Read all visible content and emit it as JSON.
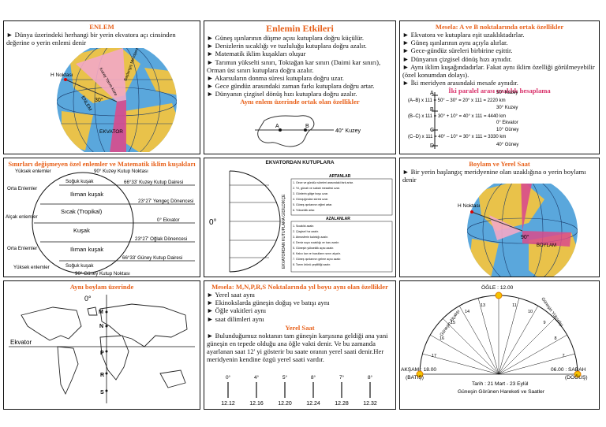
{
  "cells": {
    "enlem": {
      "title": "ENLEM",
      "text": "► Dünya üzerindeki herhangi bir yerin ekvatora açı cinsinden değerine o yerin enlemi denir",
      "globe": {
        "h_label": "H Noktası",
        "angle": "30°",
        "meridian": "Başlangıç Meridyeni",
        "north": "Kuzey Yarım Küre",
        "enlem": "ENLEM",
        "equator": "EKVATOR"
      }
    },
    "etkiler": {
      "title": "Enlemin Etkileri",
      "items": [
        "► Güneş ışınlarının düşme açısı kutuplara doğru küçülür.",
        "► Denizlerin sıcaklığı ve tuzluluğu kutuplara doğru azalır.",
        "► Matematik iklim kuşakları oluşur",
        "► Tarımın yükselti sınırı, Toktağan kar sınırı (Daimi kar sınırı), Orman üst sınırı kutuplara doğru azalır.",
        "► Akarsuların donma süresi kutuplara doğru uzar.",
        "► Gece gündüz arasındaki zaman farkı kutuplara doğru artar.",
        "► Dünyanın çizgisel dönüş hızı kutuplara doğru azalır."
      ],
      "subtitle": "Aynı enlem üzerinde ortak olan özellikler",
      "map": {
        "a": "A",
        "b": "B",
        "lat": "40° Kuzey"
      }
    },
    "ortak": {
      "title": "Mesela: A ve B noktalarında ortak özellikler",
      "items": [
        "► Ekvatora ve kutuplara eşit uzaklıktadırlar.",
        "► Güneş ışınlarının aynı açıyla alırlar.",
        "► Gece-gündüz süreleri birbirine eşittir.",
        "► Dünyanın çizgisel dönüş hızı aynıdır.",
        "► Aynı iklim kuşağındadırlar. Fakat aynı iklim özelliği görülmeyebilir (özel konumdan dolayı).",
        "► İki meridyen arasındaki mesafe aynıdır."
      ],
      "subtitle": "İki paralel arası uzaklık hesaplama",
      "calc": {
        "a_lbl": "50° Kuzey",
        "ab": "(A–B) x 111 = 50° – 30° = 20° x 111 = 2220 km",
        "b_lbl": "30° Kuzey",
        "bc": "(B–C) x 111 = 30° + 10° = 40° x 111 = 4440 km",
        "eq": "0° Ekvator",
        "c_lbl": "10° Güney",
        "cd": "(C–D) x 111 = 40° – 10° = 30° x 111 = 3330 km",
        "d_lbl": "40° Güney"
      }
    },
    "kusaklar": {
      "title": "Sınırları değişmeyen özel enlemler ve Matematik iklim kuşakları",
      "labels": {
        "yuksek1": "Yüksek enlemler",
        "orta1": "Orta Enlemler",
        "alcak": "Alçak enlemler",
        "orta2": "Orta Enlemler",
        "yuksek2": "Yüksek enlemler",
        "kutup_n": "90° Kuzey Kutup Noktası",
        "soguk1": "Soğuk kuşak",
        "kutup_daire_n": "66°33' Kuzey Kutup Dairesi",
        "iliman1": "Ilıman kuşak",
        "yengec": "23°27' Yengeç Dönencesi",
        "sicak": "Sıcak (Tropikal)",
        "kusak": "Kuşak",
        "ekvator": "0° Ekvator",
        "oglak": "23°27' Oğlak Dönencesi",
        "iliman2": "Ilıman kuşak",
        "kutup_daire_s": "66°33' Güney Kutup Dairesi",
        "soguk2": "Soğuk kuşak",
        "kutup_s": "90° Güney Kutup Noktası"
      }
    },
    "ekvatordan": {
      "title": "EKVATORDAN KUTUPLARA",
      "vertical": "EKVATORDAN KUTUPLARA GİDİLDİKÇE",
      "zero": "0°",
      "artanlar_title": "ARTANLAR",
      "artanlar": [
        "1. Gece ve gündüz süreleri arasındaki fark artar.",
        "2. Yıl, günah ve sabah mesafesi uzar.",
        "3. Günlerin gölge boyu uzar.",
        "4. Günışığından süresi uzar.",
        "5. Güneş ışınlarının eğimi artar.",
        "6. Yükseklik artar."
      ],
      "azalanlar_title": "AZALANLAR",
      "azalanlar": [
        "1. Sıcaklık azalır.",
        "2. Çizgisel hız azalır.",
        "3. Atmosferin kalınlığı azalır.",
        "4. Deniz suyu sıcaklığı ve tuzu azalır.",
        "5. Güneşin yükseklik açısı azalır.",
        "6. Kalıcı kar ve buzulların sınırı alçalır.",
        "7. Güneş ışınlarının gelme açısı azalır.",
        "8. Tarım ürünü çeşitliliği azalır."
      ]
    },
    "boylam": {
      "title": "Boylam ve Yerel Saat",
      "text": "► Bir yerin başlangıç meridyenine olan uzaklığına o yerin boylamı denir",
      "globe": {
        "h_label": "H Noktası",
        "angle": "90°",
        "boylam": "BOYLAM"
      }
    },
    "ayni_boylam": {
      "title": "Aynı boylam üzerinde",
      "zero": "0°",
      "ekvator": "Ekvator",
      "points": [
        "M",
        "N",
        "P",
        "R",
        "S"
      ]
    },
    "mnprs": {
      "title": "Mesela: M,N,P,R,S Noktalarında yıl boyu aynı olan özellikler",
      "items": [
        "► Yerel saat aynı",
        "► Ekinokslarda güneşin doğuş ve batışı aynı",
        "► Öğle vakitleri aynı",
        "► saat dilimleri aynı"
      ],
      "subtitle": "Yerel Saat",
      "text": "► Bulunduğumuz noktanın tam güneşin karşısına geldiği ana yani güneşin en tepede olduğu ana öğle vakti denir. Ve bu zamanda ayarlanan saat 12' yi gösterir bu saate oranın yerel saati denir.Her meridyenin kendine özgü yerel saati vardır.",
      "degrees": [
        "0°",
        "4°",
        "5°",
        "8°",
        "7°",
        "8°"
      ],
      "times": [
        "12.12",
        "12.16",
        "12.20",
        "12.24",
        "12.28",
        "12.32"
      ]
    },
    "saat": {
      "ogle": "ÖĞLE : 12.00",
      "aksam": "AKŞAM : 18.00",
      "batis": "(BATIŞ)",
      "sabah": "06.00 : SABAH",
      "dogus": "(DOĞUŞ)",
      "left_arc": "Güneşin Alçalışı",
      "right_arc": "Güneşin Yükselişi",
      "tarih": "Tarih : 21 Mart - 23 Eylül",
      "caption": "Güneşin Görünen Hareketi ve Saatler",
      "hours_left": [
        "17",
        "16",
        "15",
        "14",
        "13"
      ],
      "hours_right": [
        "11",
        "10",
        "9",
        "8",
        "7"
      ]
    }
  }
}
